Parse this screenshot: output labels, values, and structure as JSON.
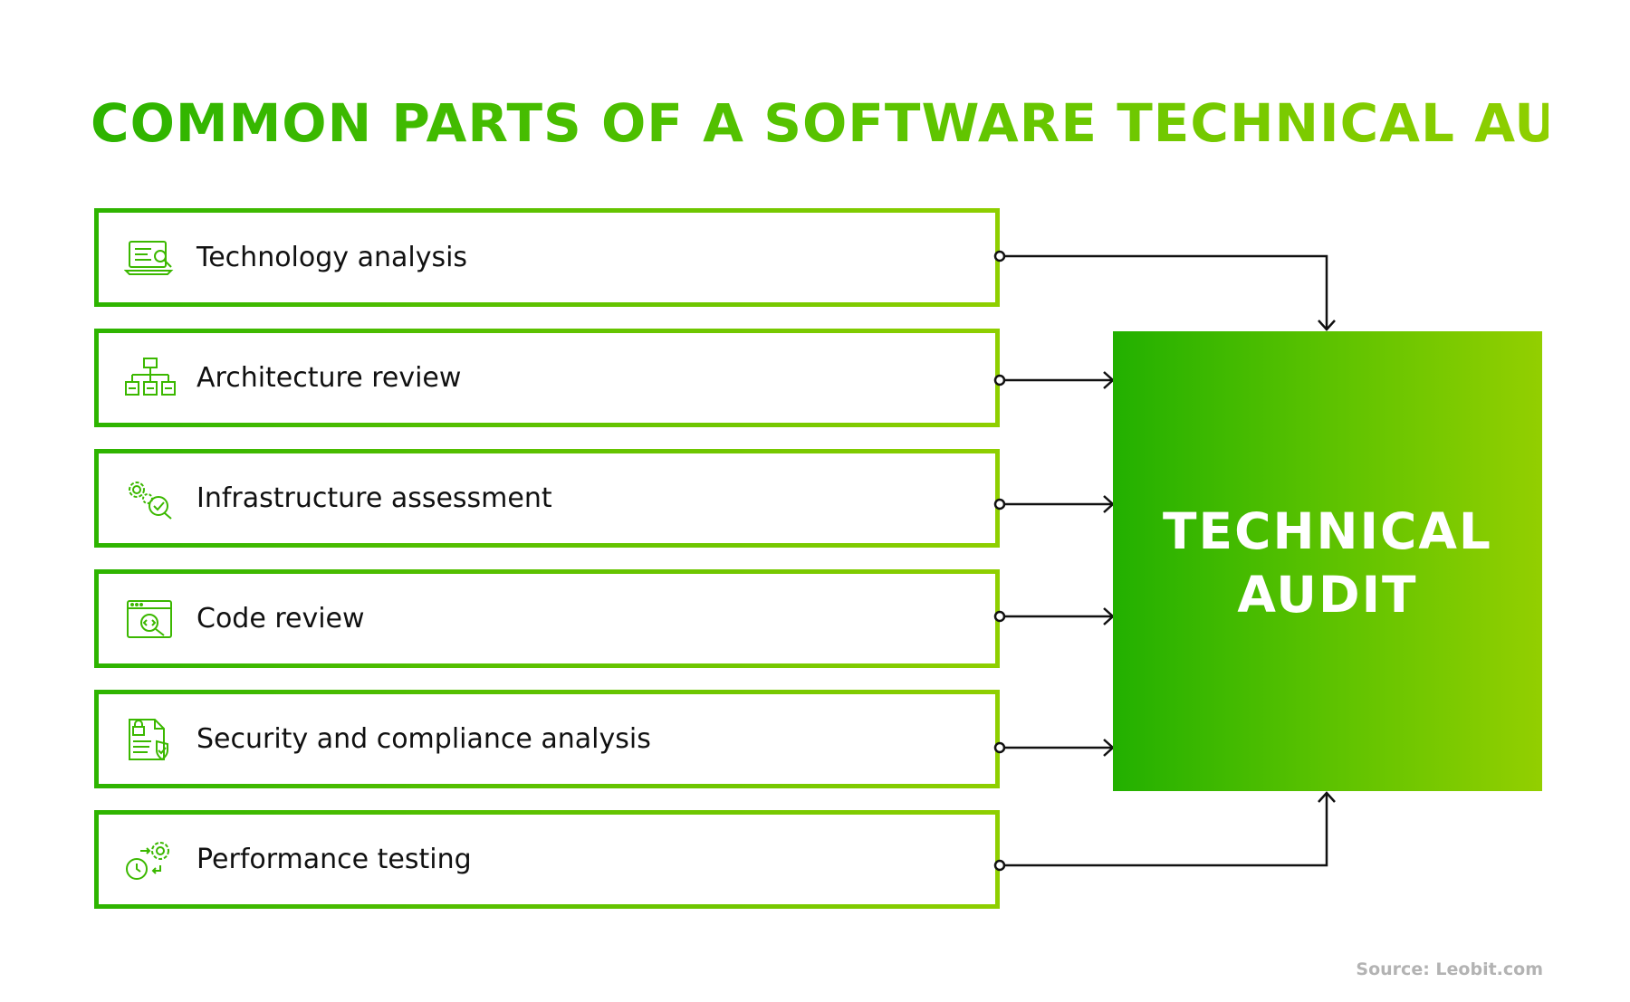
{
  "title": "COMMON PARTS OF A SOFTWARE TECHNICAL AUDIT",
  "items": [
    {
      "label": "Technology analysis",
      "icon": "laptop-search-icon"
    },
    {
      "label": "Architecture review",
      "icon": "hierarchy-icon"
    },
    {
      "label": "Infrastructure assessment",
      "icon": "gears-check-icon"
    },
    {
      "label": "Code review",
      "icon": "code-window-icon"
    },
    {
      "label": "Security and compliance analysis",
      "icon": "document-lock-shield-icon"
    },
    {
      "label": "Performance testing",
      "icon": "timer-gear-icon"
    }
  ],
  "audit": {
    "line1": "TECHNICAL",
    "line2": "AUDIT"
  },
  "source": "Source: Leobit.com",
  "colors": {
    "green_start": "#2db400",
    "green_end": "#8fcf00",
    "text": "#111111",
    "source": "#b3b3b3"
  }
}
